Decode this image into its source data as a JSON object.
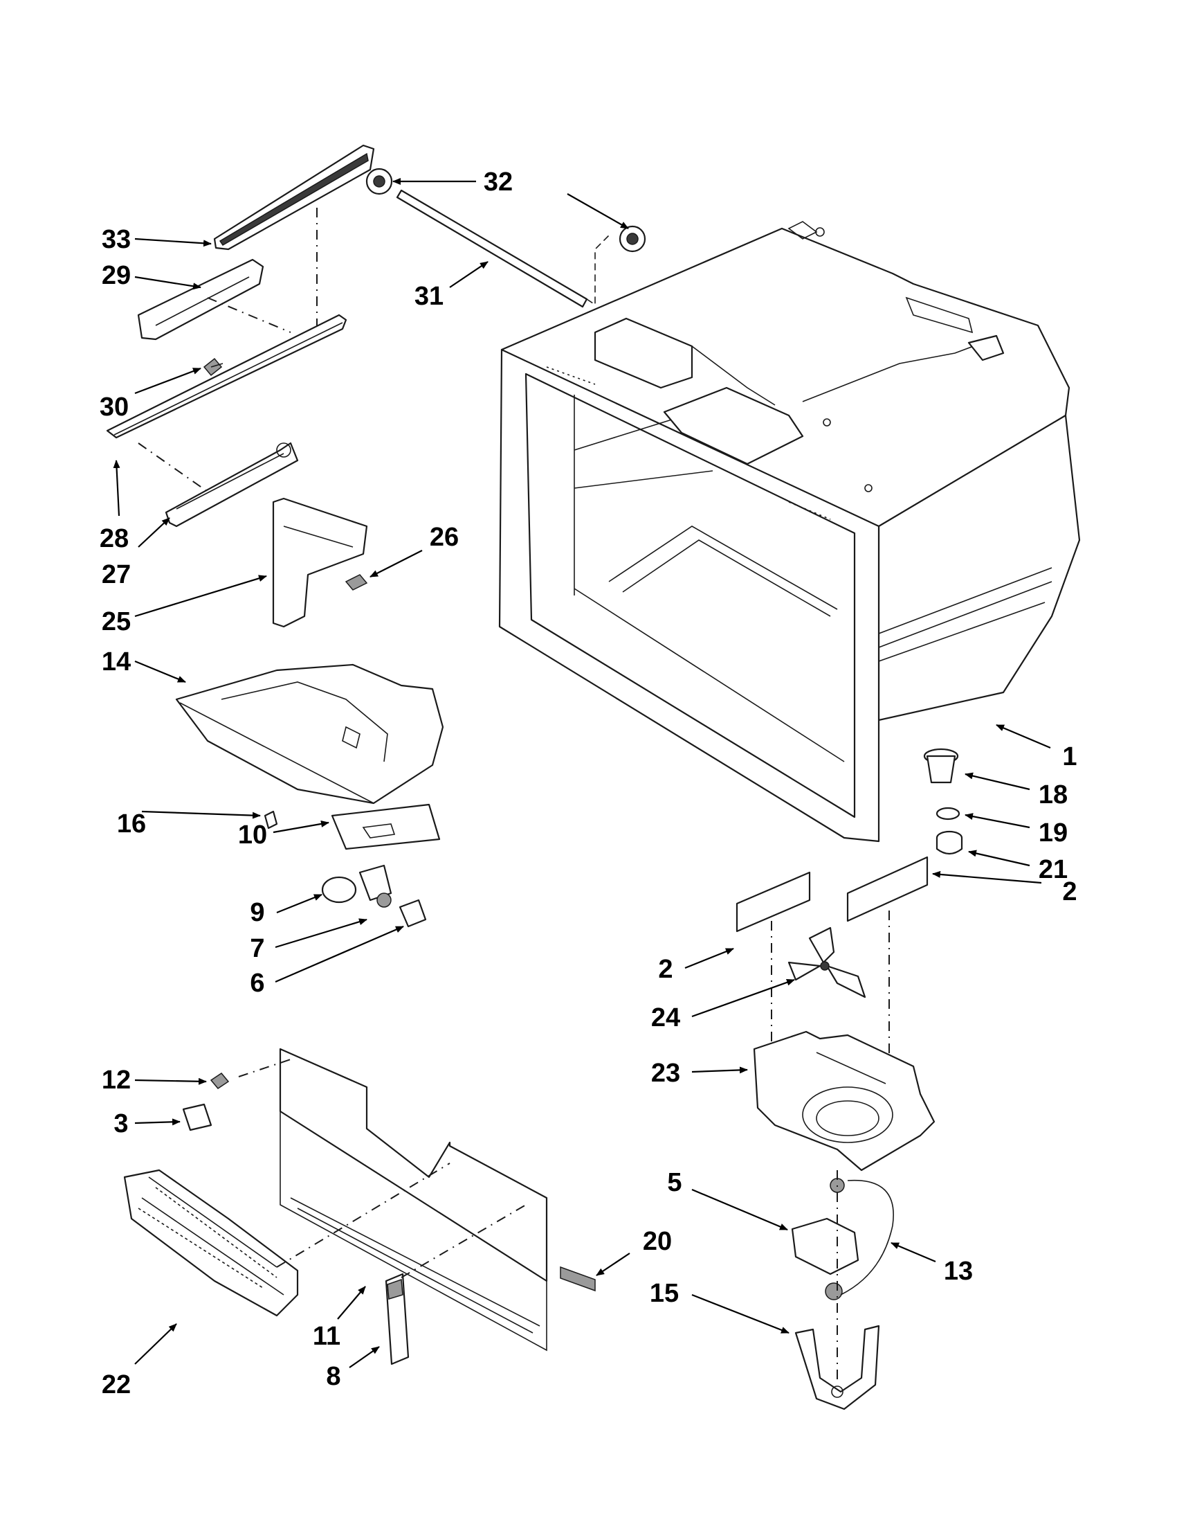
{
  "callouts": {
    "c1": "1",
    "c2a": "2",
    "c2b": "2",
    "c3": "3",
    "c5": "5",
    "c6": "6",
    "c7": "7",
    "c8": "8",
    "c9": "9",
    "c10": "10",
    "c11": "11",
    "c12": "12",
    "c13": "13",
    "c14": "14",
    "c15": "15",
    "c16": "16",
    "c18": "18",
    "c19": "19",
    "c20": "20",
    "c21": "21",
    "c22": "22",
    "c23": "23",
    "c24": "24",
    "c25": "25",
    "c26": "26",
    "c27": "27",
    "c28": "28",
    "c29": "29",
    "c30": "30",
    "c31": "31",
    "c32": "32",
    "c33": "33"
  }
}
